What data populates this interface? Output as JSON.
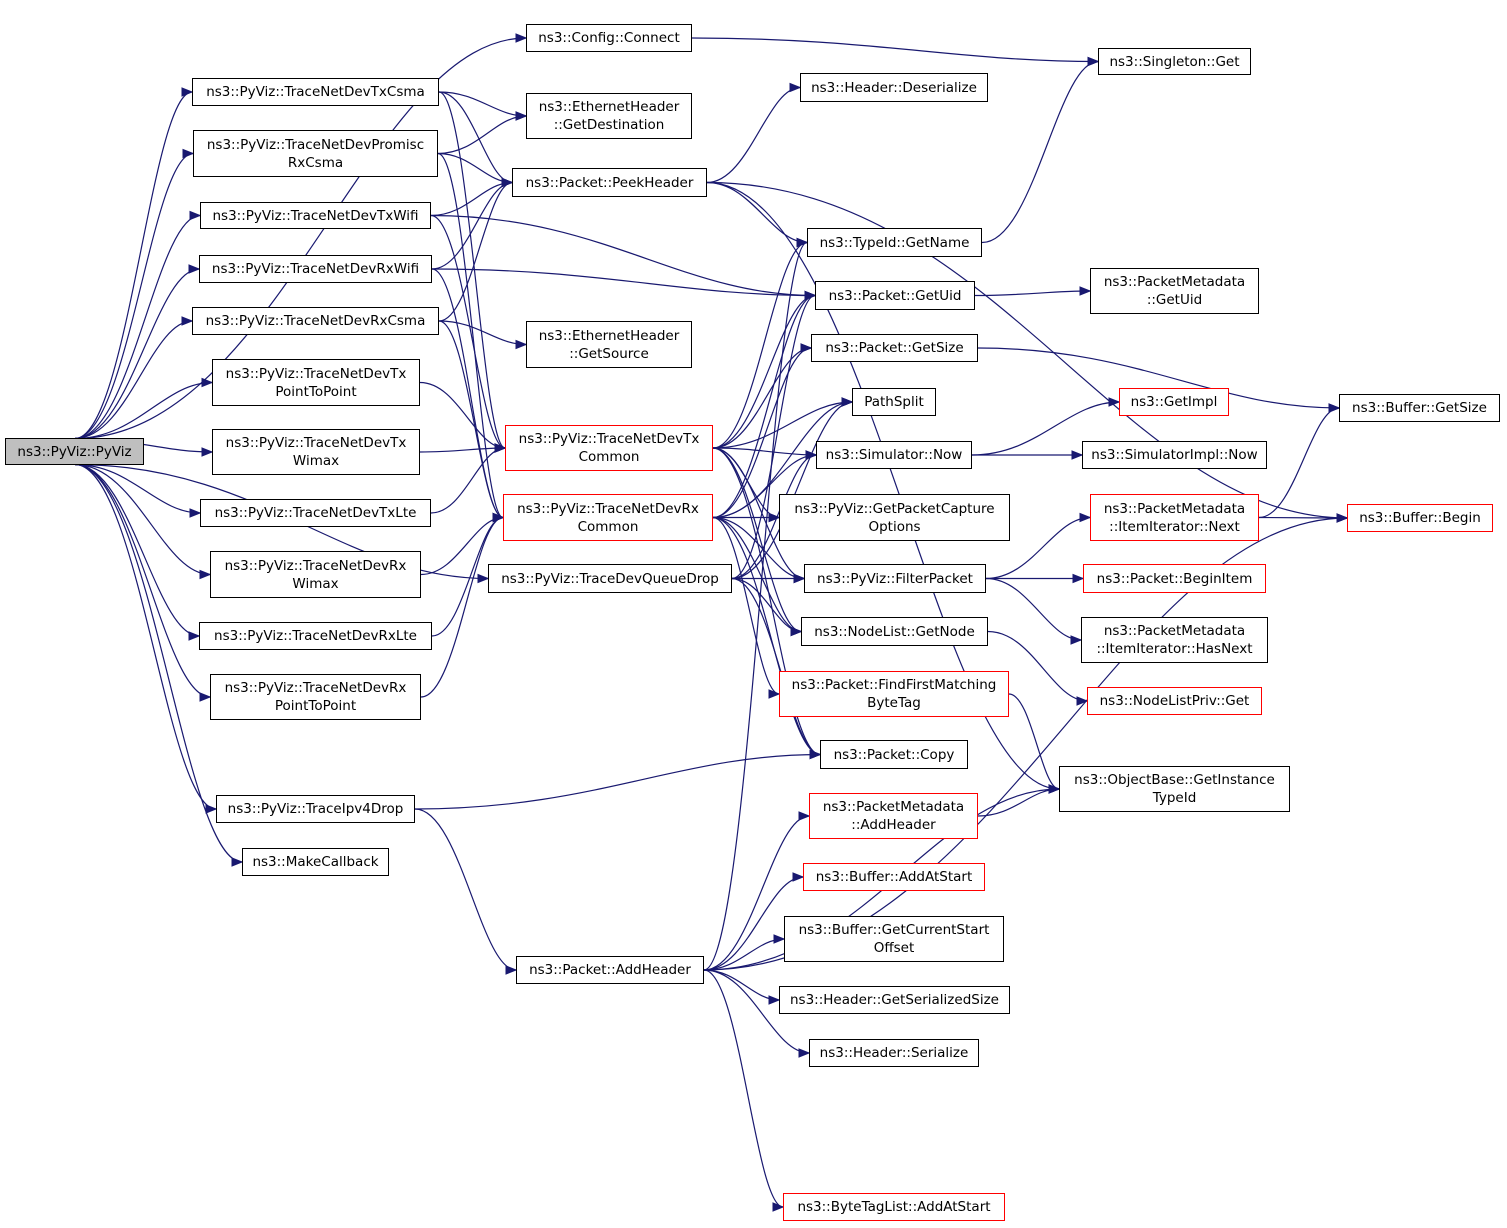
{
  "colors": {
    "edge": "#191970",
    "node_border": "#000000",
    "node_border_truncated": "#ff0000",
    "root_fill": "#bfbfbf"
  },
  "nodes": {
    "pyviz": [
      "ns3::PyViz::PyViz"
    ],
    "config_connect": [
      "ns3::Config::Connect"
    ],
    "singleton_get": [
      "ns3::Singleton::Get"
    ],
    "tx_csma": [
      "ns3::PyViz::TraceNetDevTxCsma"
    ],
    "promisc_rx_csma": [
      "ns3::PyViz::TraceNetDevPromisc",
      "RxCsma"
    ],
    "tx_wifi": [
      "ns3::PyViz::TraceNetDevTxWifi"
    ],
    "rx_wifi": [
      "ns3::PyViz::TraceNetDevRxWifi"
    ],
    "rx_csma": [
      "ns3::PyViz::TraceNetDevRxCsma"
    ],
    "tx_p2p": [
      "ns3::PyViz::TraceNetDevTx",
      "PointToPoint"
    ],
    "tx_wimax": [
      "ns3::PyViz::TraceNetDevTx",
      "Wimax"
    ],
    "tx_lte": [
      "ns3::PyViz::TraceNetDevTxLte"
    ],
    "rx_wimax": [
      "ns3::PyViz::TraceNetDevRx",
      "Wimax"
    ],
    "rx_lte": [
      "ns3::PyViz::TraceNetDevRxLte"
    ],
    "rx_p2p": [
      "ns3::PyViz::TraceNetDevRx",
      "PointToPoint"
    ],
    "ipv4_drop": [
      "ns3::PyViz::TraceIpv4Drop"
    ],
    "make_callback": [
      "ns3::MakeCallback"
    ],
    "eth_get_dest": [
      "ns3::EthernetHeader",
      "::GetDestination"
    ],
    "peek_header": [
      "ns3::Packet::PeekHeader"
    ],
    "eth_get_source": [
      "ns3::EthernetHeader",
      "::GetSource"
    ],
    "tx_common": [
      "ns3::PyViz::TraceNetDevTx",
      "Common"
    ],
    "rx_common": [
      "ns3::PyViz::TraceNetDevRx",
      "Common"
    ],
    "dev_queue_drop": [
      "ns3::PyViz::TraceDevQueueDrop"
    ],
    "add_header": [
      "ns3::Packet::AddHeader"
    ],
    "header_deserialize": [
      "ns3::Header::Deserialize"
    ],
    "typeid_getname": [
      "ns3::TypeId::GetName"
    ],
    "packet_getuid": [
      "ns3::Packet::GetUid"
    ],
    "packet_getsize": [
      "ns3::Packet::GetSize"
    ],
    "pathsplit": [
      "PathSplit"
    ],
    "sim_now": [
      "ns3::Simulator::Now"
    ],
    "get_capture_opts": [
      "ns3::PyViz::GetPacketCapture",
      "Options"
    ],
    "filter_packet": [
      "ns3::PyViz::FilterPacket"
    ],
    "nodelist_getnode": [
      "ns3::NodeList::GetNode"
    ],
    "find_first_bytetag": [
      "ns3::Packet::FindFirstMatching",
      "ByteTag"
    ],
    "packet_copy": [
      "ns3::Packet::Copy"
    ],
    "pm_addheader": [
      "ns3::PacketMetadata",
      "::AddHeader"
    ],
    "buf_addatstart": [
      "ns3::Buffer::AddAtStart"
    ],
    "buf_getcurstart": [
      "ns3::Buffer::GetCurrentStart",
      "Offset"
    ],
    "hdr_getsersize": [
      "ns3::Header::GetSerializedSize"
    ],
    "hdr_serialize": [
      "ns3::Header::Serialize"
    ],
    "btl_addatstart": [
      "ns3::ByteTagList::AddAtStart"
    ],
    "pm_getuid": [
      "ns3::PacketMetadata",
      "::GetUid"
    ],
    "get_impl": [
      "ns3::GetImpl"
    ],
    "simimpl_now": [
      "ns3::SimulatorImpl::Now"
    ],
    "pm_it_next": [
      "ns3::PacketMetadata",
      "::ItemIterator::Next"
    ],
    "packet_beginitem": [
      "ns3::Packet::BeginItem"
    ],
    "pm_it_hasnext": [
      "ns3::PacketMetadata",
      "::ItemIterator::HasNext"
    ],
    "nlpriv_get": [
      "ns3::NodeListPriv::Get"
    ],
    "ob_getinstancetypeid": [
      "ns3::ObjectBase::GetInstance",
      "TypeId"
    ],
    "buf_getsize": [
      "ns3::Buffer::GetSize"
    ],
    "buf_begin": [
      "ns3::Buffer::Begin"
    ]
  },
  "edges": [
    [
      "pyviz",
      "config_connect"
    ],
    [
      "pyviz",
      "tx_csma"
    ],
    [
      "pyviz",
      "promisc_rx_csma"
    ],
    [
      "pyviz",
      "tx_wifi"
    ],
    [
      "pyviz",
      "rx_wifi"
    ],
    [
      "pyviz",
      "rx_csma"
    ],
    [
      "pyviz",
      "tx_p2p"
    ],
    [
      "pyviz",
      "tx_wimax"
    ],
    [
      "pyviz",
      "tx_lte"
    ],
    [
      "pyviz",
      "rx_wimax"
    ],
    [
      "pyviz",
      "rx_lte"
    ],
    [
      "pyviz",
      "rx_p2p"
    ],
    [
      "pyviz",
      "ipv4_drop"
    ],
    [
      "pyviz",
      "make_callback"
    ],
    [
      "pyviz",
      "dev_queue_drop"
    ],
    [
      "config_connect",
      "singleton_get"
    ],
    [
      "tx_csma",
      "eth_get_dest"
    ],
    [
      "tx_csma",
      "peek_header"
    ],
    [
      "tx_csma",
      "tx_common"
    ],
    [
      "promisc_rx_csma",
      "eth_get_dest"
    ],
    [
      "promisc_rx_csma",
      "peek_header"
    ],
    [
      "promisc_rx_csma",
      "rx_common"
    ],
    [
      "tx_wifi",
      "peek_header"
    ],
    [
      "tx_wifi",
      "packet_getuid"
    ],
    [
      "tx_wifi",
      "tx_common"
    ],
    [
      "rx_wifi",
      "peek_header"
    ],
    [
      "rx_wifi",
      "packet_getuid"
    ],
    [
      "rx_wifi",
      "rx_common"
    ],
    [
      "rx_csma",
      "eth_get_source"
    ],
    [
      "rx_csma",
      "peek_header"
    ],
    [
      "rx_csma",
      "rx_common"
    ],
    [
      "tx_p2p",
      "tx_common"
    ],
    [
      "tx_wimax",
      "tx_common"
    ],
    [
      "tx_lte",
      "tx_common"
    ],
    [
      "rx_wimax",
      "rx_common"
    ],
    [
      "rx_lte",
      "rx_common"
    ],
    [
      "rx_p2p",
      "rx_common"
    ],
    [
      "peek_header",
      "header_deserialize"
    ],
    [
      "peek_header",
      "typeid_getname"
    ],
    [
      "peek_header",
      "ob_getinstancetypeid"
    ],
    [
      "peek_header",
      "buf_begin"
    ],
    [
      "typeid_getname",
      "singleton_get"
    ],
    [
      "tx_common",
      "typeid_getname"
    ],
    [
      "tx_common",
      "packet_getuid"
    ],
    [
      "tx_common",
      "packet_getsize"
    ],
    [
      "tx_common",
      "pathsplit"
    ],
    [
      "tx_common",
      "sim_now"
    ],
    [
      "tx_common",
      "get_capture_opts"
    ],
    [
      "tx_common",
      "filter_packet"
    ],
    [
      "tx_common",
      "nodelist_getnode"
    ],
    [
      "tx_common",
      "packet_copy"
    ],
    [
      "rx_common",
      "packet_getuid"
    ],
    [
      "rx_common",
      "packet_getsize"
    ],
    [
      "rx_common",
      "pathsplit"
    ],
    [
      "rx_common",
      "sim_now"
    ],
    [
      "rx_common",
      "get_capture_opts"
    ],
    [
      "rx_common",
      "filter_packet"
    ],
    [
      "rx_common",
      "nodelist_getnode"
    ],
    [
      "rx_common",
      "find_first_bytetag"
    ],
    [
      "rx_common",
      "packet_copy"
    ],
    [
      "dev_queue_drop",
      "pathsplit"
    ],
    [
      "dev_queue_drop",
      "sim_now"
    ],
    [
      "dev_queue_drop",
      "filter_packet"
    ],
    [
      "dev_queue_drop",
      "nodelist_getnode"
    ],
    [
      "dev_queue_drop",
      "packet_copy"
    ],
    [
      "dev_queue_drop",
      "packet_getuid"
    ],
    [
      "ipv4_drop",
      "packet_copy"
    ],
    [
      "ipv4_drop",
      "add_header"
    ],
    [
      "add_header",
      "pm_addheader"
    ],
    [
      "add_header",
      "buf_addatstart"
    ],
    [
      "add_header",
      "buf_getcurstart"
    ],
    [
      "add_header",
      "hdr_getsersize"
    ],
    [
      "add_header",
      "hdr_serialize"
    ],
    [
      "add_header",
      "btl_addatstart"
    ],
    [
      "add_header",
      "ob_getinstancetypeid"
    ],
    [
      "add_header",
      "buf_begin"
    ],
    [
      "add_header",
      "typeid_getname"
    ],
    [
      "packet_getuid",
      "pm_getuid"
    ],
    [
      "packet_getsize",
      "buf_getsize"
    ],
    [
      "sim_now",
      "get_impl"
    ],
    [
      "sim_now",
      "simimpl_now"
    ],
    [
      "filter_packet",
      "pm_it_next"
    ],
    [
      "filter_packet",
      "packet_beginitem"
    ],
    [
      "filter_packet",
      "pm_it_hasnext"
    ],
    [
      "nodelist_getnode",
      "nlpriv_get"
    ],
    [
      "find_first_bytetag",
      "ob_getinstancetypeid"
    ],
    [
      "pm_it_next",
      "buf_getsize"
    ],
    [
      "pm_it_next",
      "buf_begin"
    ],
    [
      "pm_addheader",
      "ob_getinstancetypeid"
    ]
  ]
}
